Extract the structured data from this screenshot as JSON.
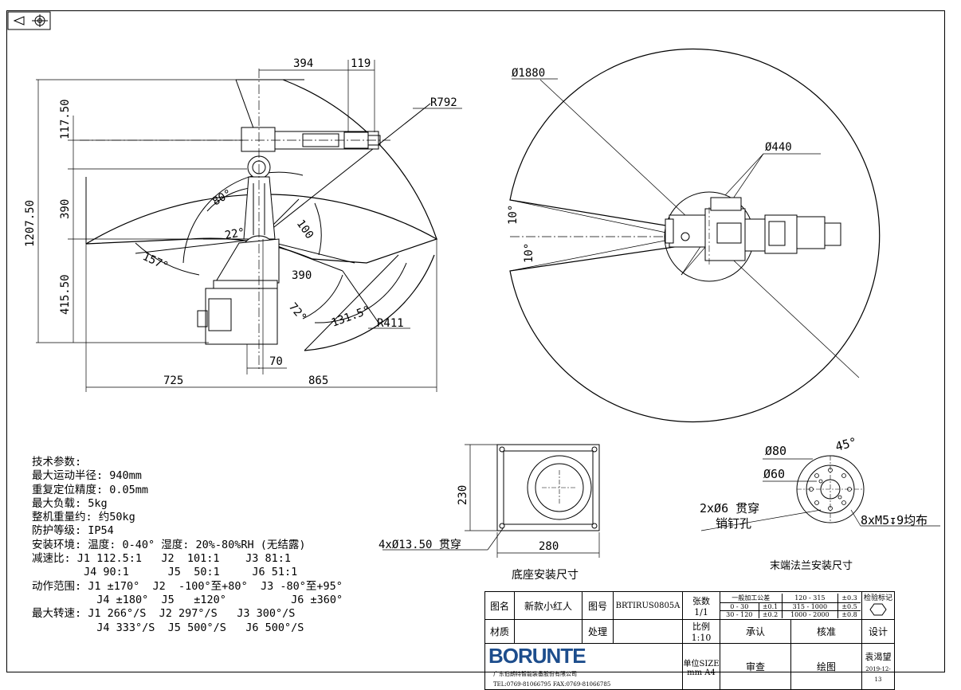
{
  "robot_view": {
    "dim_394": "394",
    "dim_119": "119",
    "r792": "R792",
    "dim_11750": "117.50",
    "dim_390_v": "390",
    "dim_120750": "1207.50",
    "dim_41550": "415.50",
    "dim_725": "725",
    "dim_865": "865",
    "dim_70": "70",
    "dim_390_arm": "390",
    "r411": "R411",
    "ang_80": "80°",
    "ang_22": "22°",
    "ang_157": "157°",
    "ang_100": "100",
    "ang_72": "72°",
    "ang_1315": "131.5°"
  },
  "top_view": {
    "d1880": "Ø1880",
    "d440": "Ø440",
    "ang_10a": "10°",
    "ang_10b": "10°"
  },
  "specs": {
    "title": "技术参数:",
    "lines": [
      "最大运动半径: 940mm",
      "重复定位精度: 0.05mm",
      "最大负载: 5kg",
      "整机重量约: 约50kg",
      "防护等级: IP54",
      "安装环境: 温度: 0-40° 湿度: 20%-80%RH (无结露)",
      "减速比: J1 112.5:1   J2  101:1    J3 81:1",
      "        J4 90:1      J5  50:1     J6 51:1",
      "动作范围: J1 ±170°  J2  -100°至+80°  J3 -80°至+95°",
      "          J4 ±180°  J5   ±120°          J6 ±360°",
      "最大转速: J1 266°/S  J2 297°/S   J3 300°/S",
      "          J4 333°/S  J5 500°/S   J6 500°/S"
    ]
  },
  "base_view": {
    "dim_230": "230",
    "dim_280": "280",
    "holes": "4xØ13.50 贯穿",
    "caption": "底座安装尺寸"
  },
  "flange_view": {
    "d80": "Ø80",
    "d60": "Ø60",
    "ang45": "45°",
    "pin": "2xØ6 贯穿",
    "pin2": "销钉孔",
    "screws": "8xM5↧9均布",
    "caption": "末端法兰安装尺寸"
  },
  "title_block": {
    "name_label": "图名",
    "name": "新款小红人",
    "drawing_no_label": "图号",
    "drawing_no": "BRTIRUS0805A",
    "sheets_label": "张数",
    "sheets": "1/1",
    "tolerance_title": "一般加工公差",
    "tol_rows": [
      [
        "0 - 30",
        "±0.1",
        "315 - 1000",
        "±0.5"
      ],
      [
        "30 - 120",
        "±0.2",
        "1000 - 2000",
        "±0.8"
      ]
    ],
    "tol_head": [
      "120 - 315",
      "±0.3"
    ],
    "inspect_label": "检验标记",
    "material_label": "材质",
    "process_label": "处理",
    "scale_label": "比例",
    "scale": "1:10",
    "approve": "承认",
    "check": "核准",
    "review": "审查",
    "draw": "绘图",
    "design": "设计",
    "company": "广东伯朗特智能装备股份有限公司",
    "contact": "TEL:0769-81066795  FAX:0769-81066785",
    "logo": "BORUNTE",
    "unit_label": "单位",
    "unit": "mm",
    "size_label": "SIZE",
    "size": "A4",
    "designer": "袁渴望",
    "date": "2019-12-13"
  }
}
